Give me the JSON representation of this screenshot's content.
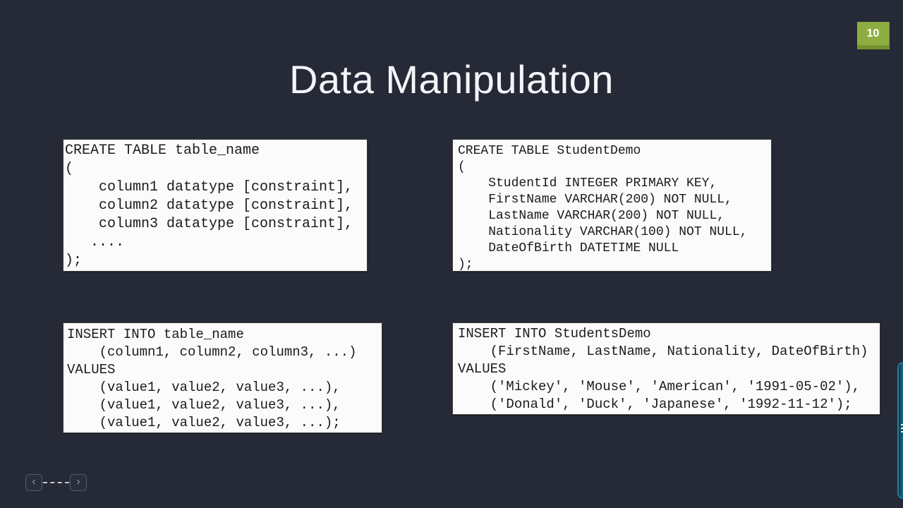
{
  "slide": {
    "number": "10",
    "title": "Data Manipulation"
  },
  "colors": {
    "background": "#262a37",
    "badge_green": "#8ead41",
    "badge_green_dark": "#76922f",
    "side_panel_teal": "#1f7e9a",
    "code_box_bg": "#fbfbfb",
    "code_text": "#1b1b1b",
    "title_text": "#f3f5f8"
  },
  "code_blocks": [
    {
      "name": "create-table-syntax",
      "code": "CREATE TABLE table_name\n(\n    column1 datatype [constraint],\n    column2 datatype [constraint],\n    column3 datatype [constraint],\n   ....\n);"
    },
    {
      "name": "create-table-example",
      "code": "CREATE TABLE StudentDemo\n(\n    StudentId INTEGER PRIMARY KEY,\n    FirstName VARCHAR(200) NOT NULL,\n    LastName VARCHAR(200) NOT NULL,\n    Nationality VARCHAR(100) NOT NULL,\n    DateOfBirth DATETIME NULL\n);"
    },
    {
      "name": "insert-into-syntax",
      "code": "INSERT INTO table_name\n    (column1, column2, column3, ...)\nVALUES\n    (value1, value2, value3, ...),\n    (value1, value2, value3, ...),\n    (value1, value2, value3, ...);"
    },
    {
      "name": "insert-into-example",
      "code": "INSERT INTO StudentsDemo\n    (FirstName, LastName, Nationality, DateOfBirth)\nVALUES\n    ('Mickey', 'Mouse', 'American', '1991-05-02'),\n    ('Donald', 'Duck', 'Japanese', '1992-11-12');"
    }
  ],
  "nav": {
    "prev_icon": "‹",
    "next_icon": "›"
  }
}
